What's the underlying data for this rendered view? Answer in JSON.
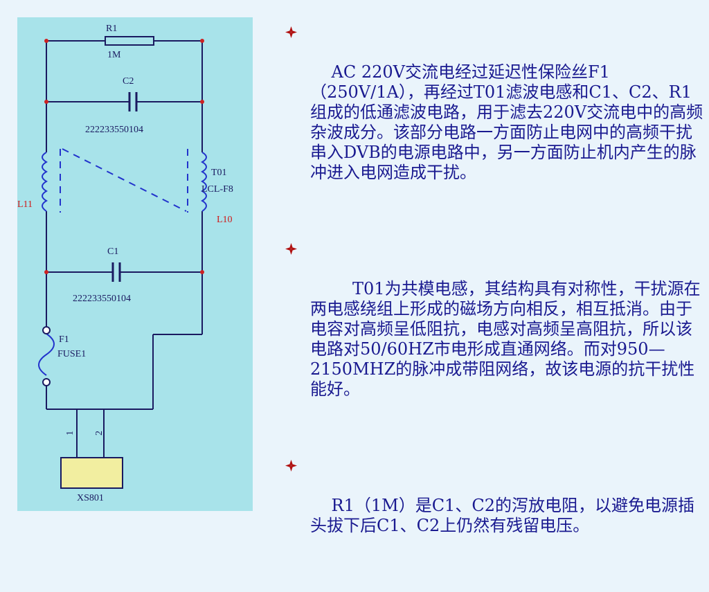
{
  "schematic": {
    "labels": {
      "r1_ref": "R1",
      "r1_value": "1M",
      "c2_ref": "C2",
      "c2_value": "222233550104",
      "t01_ref": "T01",
      "t01_value": "LCL-F8",
      "l11": "L11",
      "l10": "L10",
      "c1_ref": "C1",
      "c1_value": "222233550104",
      "f1_ref": "F1",
      "f1_value": "FUSE1",
      "pin1": "1",
      "pin2": "2",
      "xs801": "XS801"
    },
    "colors": {
      "background": "#a8e3ea",
      "wire": "#1a1a60",
      "coil": "#2233cc",
      "node": "#cc2222",
      "connector": "#f2eea0",
      "red_label": "#d01818"
    }
  },
  "bullets": [
    {
      "text": "AC 220V交流电经过延迟性保险丝F1（250V/1A），再经过T01滤波电感和C1、C2、R1组成的低通滤波电路，用于滤去220V交流电中的高频杂波成分。该部分电路一方面防止电网中的高频干扰串入DVB的电源电路中，另一方面防止机内产生的脉冲进入电网造成干扰。"
    },
    {
      "text": "    T01为共模电感，其结构具有对称性，干扰源在两电感绕组上形成的磁场方向相反，相互抵消。由于电容对高频呈低阻抗，电感对高频呈高阻抗，所以该电路对50/60HZ市电形成直通网络。而对950—2150MHZ的脉冲成带阻网络，故该电源的抗干扰性能好。"
    },
    {
      "text": "R1（1M）是C1、C2的泻放电阻，以避免电源插头拔下后C1、C2上仍然有残留电压。"
    }
  ],
  "bullet_icon": "diamond-bullet-icon",
  "text_color": "#1a1a90"
}
